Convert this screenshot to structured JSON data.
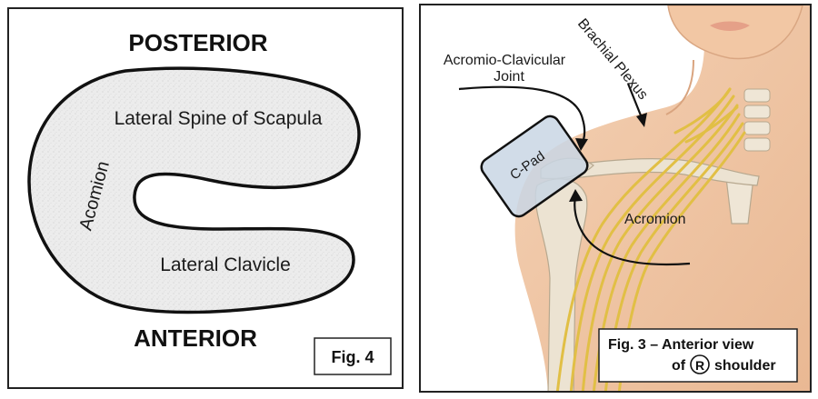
{
  "fig4": {
    "posterior": "POSTERIOR",
    "anterior": "ANTERIOR",
    "spine_label": "Lateral Spine of Scapula",
    "clavicle_label": "Lateral Clavicle",
    "acromion_label": "Acomion",
    "caption": "Fig. 4"
  },
  "fig3": {
    "ac_joint_line1": "Acromio-Clavicular",
    "ac_joint_line2": "Joint",
    "brachial_plexus": "Brachial Plexus",
    "c_pad": "C-Pad",
    "acromion": "Acromion",
    "caption_line1": "Fig. 3 – Anterior view",
    "caption_of": "of",
    "caption_r": "R",
    "caption_shoulder": "shoulder"
  },
  "colors": {
    "shape_fill": "#ececec",
    "skin": "#f1c9a8",
    "nerve": "#e3c24a",
    "pad_fill": "#c9d6e4"
  }
}
